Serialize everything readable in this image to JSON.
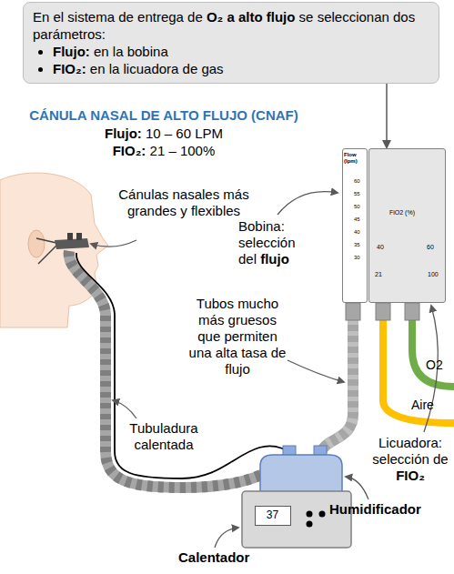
{
  "diagram": {
    "title": "CÁNULA NASAL DE ALTO FLUJO (CNAF)",
    "nodes": [
      {
        "text": [
          "En el sistema de entrega de O₂ a alto flujo se seleccionan dos parámetros:",
          "Flujo: en la bobina",
          "FIO₂: en la licuadora de gas"
        ]
      },
      {
        "text": [
          "Flow (lpm)",
          "60",
          "55",
          "50",
          "45",
          "40",
          "35",
          "30"
        ]
      },
      {
        "text": [
          "FiO2 (%)",
          "40",
          "60",
          "21",
          "100"
        ]
      },
      {
        "text": [
          "37"
        ]
      }
    ],
    "edges": [
      {
        "from": 0,
        "to": 2,
        "arrow": "to"
      }
    ],
    "labels": [
      "Cánulas nasales más grandes y flexibles",
      "Bobina: selección del flujo",
      "Tubos mucho más gruesos que permiten una alta tasa de flujo",
      "O2",
      "Aire",
      "Licuadora: selección de FIO₂",
      "Tubuladura calentada",
      "Humidificador",
      "Calentador",
      "Flujo: 10 – 60 LPM",
      "FIO₂: 21 – 100%"
    ]
  }
}
